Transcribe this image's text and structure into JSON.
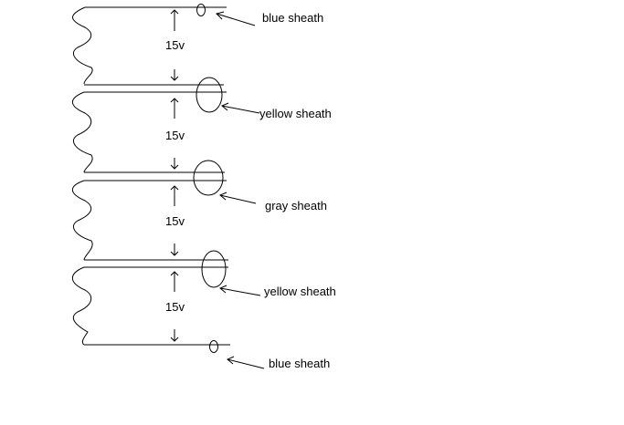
{
  "diagram": {
    "segment_voltages": [
      "15v",
      "15v",
      "15v",
      "15v"
    ],
    "sheath_labels": [
      "blue sheath",
      "yellow sheath",
      "gray sheath",
      "yellow sheath",
      "blue sheath"
    ],
    "colors": {
      "ink": "#000000",
      "background": "#ffffff"
    }
  }
}
